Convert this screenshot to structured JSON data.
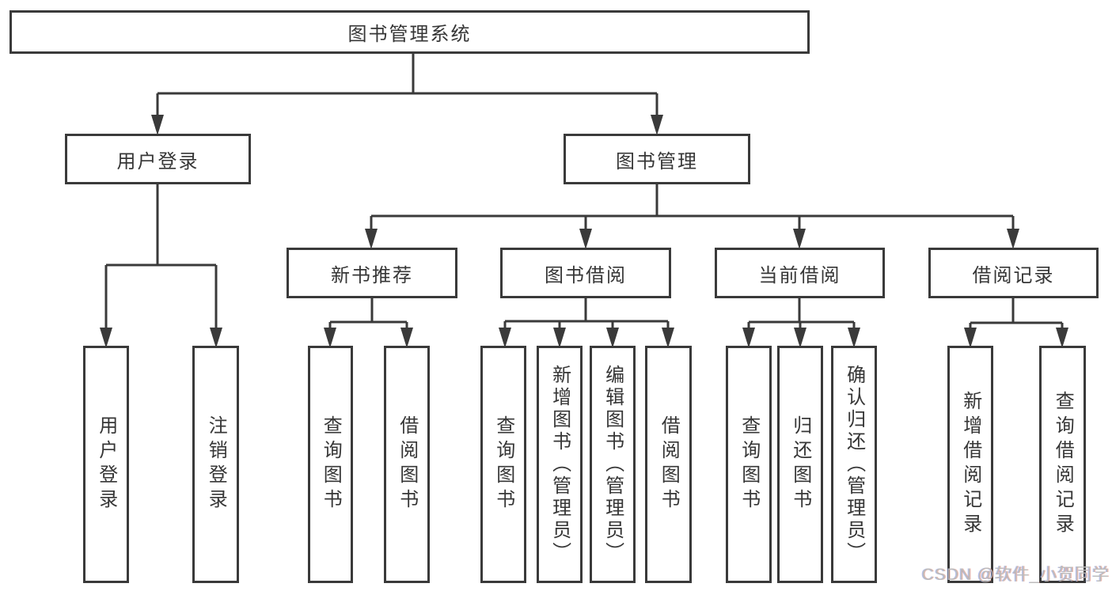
{
  "title": "图书管理系统",
  "branches": {
    "user_login": {
      "label": "用户登录",
      "children": [
        "用户登录",
        "注销登录"
      ]
    },
    "book_mgmt": {
      "label": "图书管理",
      "sections": {
        "new_books": {
          "label": "新书推荐",
          "children": [
            "查询图书",
            "借阅图书"
          ]
        },
        "borrowing": {
          "label": "图书借阅",
          "children": [
            "查询图书",
            "新增图书（管理员）",
            "编辑图书（管理员）",
            "借阅图书"
          ]
        },
        "current": {
          "label": "当前借阅",
          "children": [
            "查询图书",
            "归还图书",
            "确认归还（管理员）"
          ]
        },
        "records": {
          "label": "借阅记录",
          "children": [
            "新增借阅记录",
            "查询借阅记录"
          ]
        }
      }
    }
  },
  "watermark": "CSDN @软件_小贺同学",
  "colors": {
    "line": "#3a3a3a",
    "text": "#363636",
    "background": "#ffffff",
    "watermark": "#b9b9b9"
  }
}
